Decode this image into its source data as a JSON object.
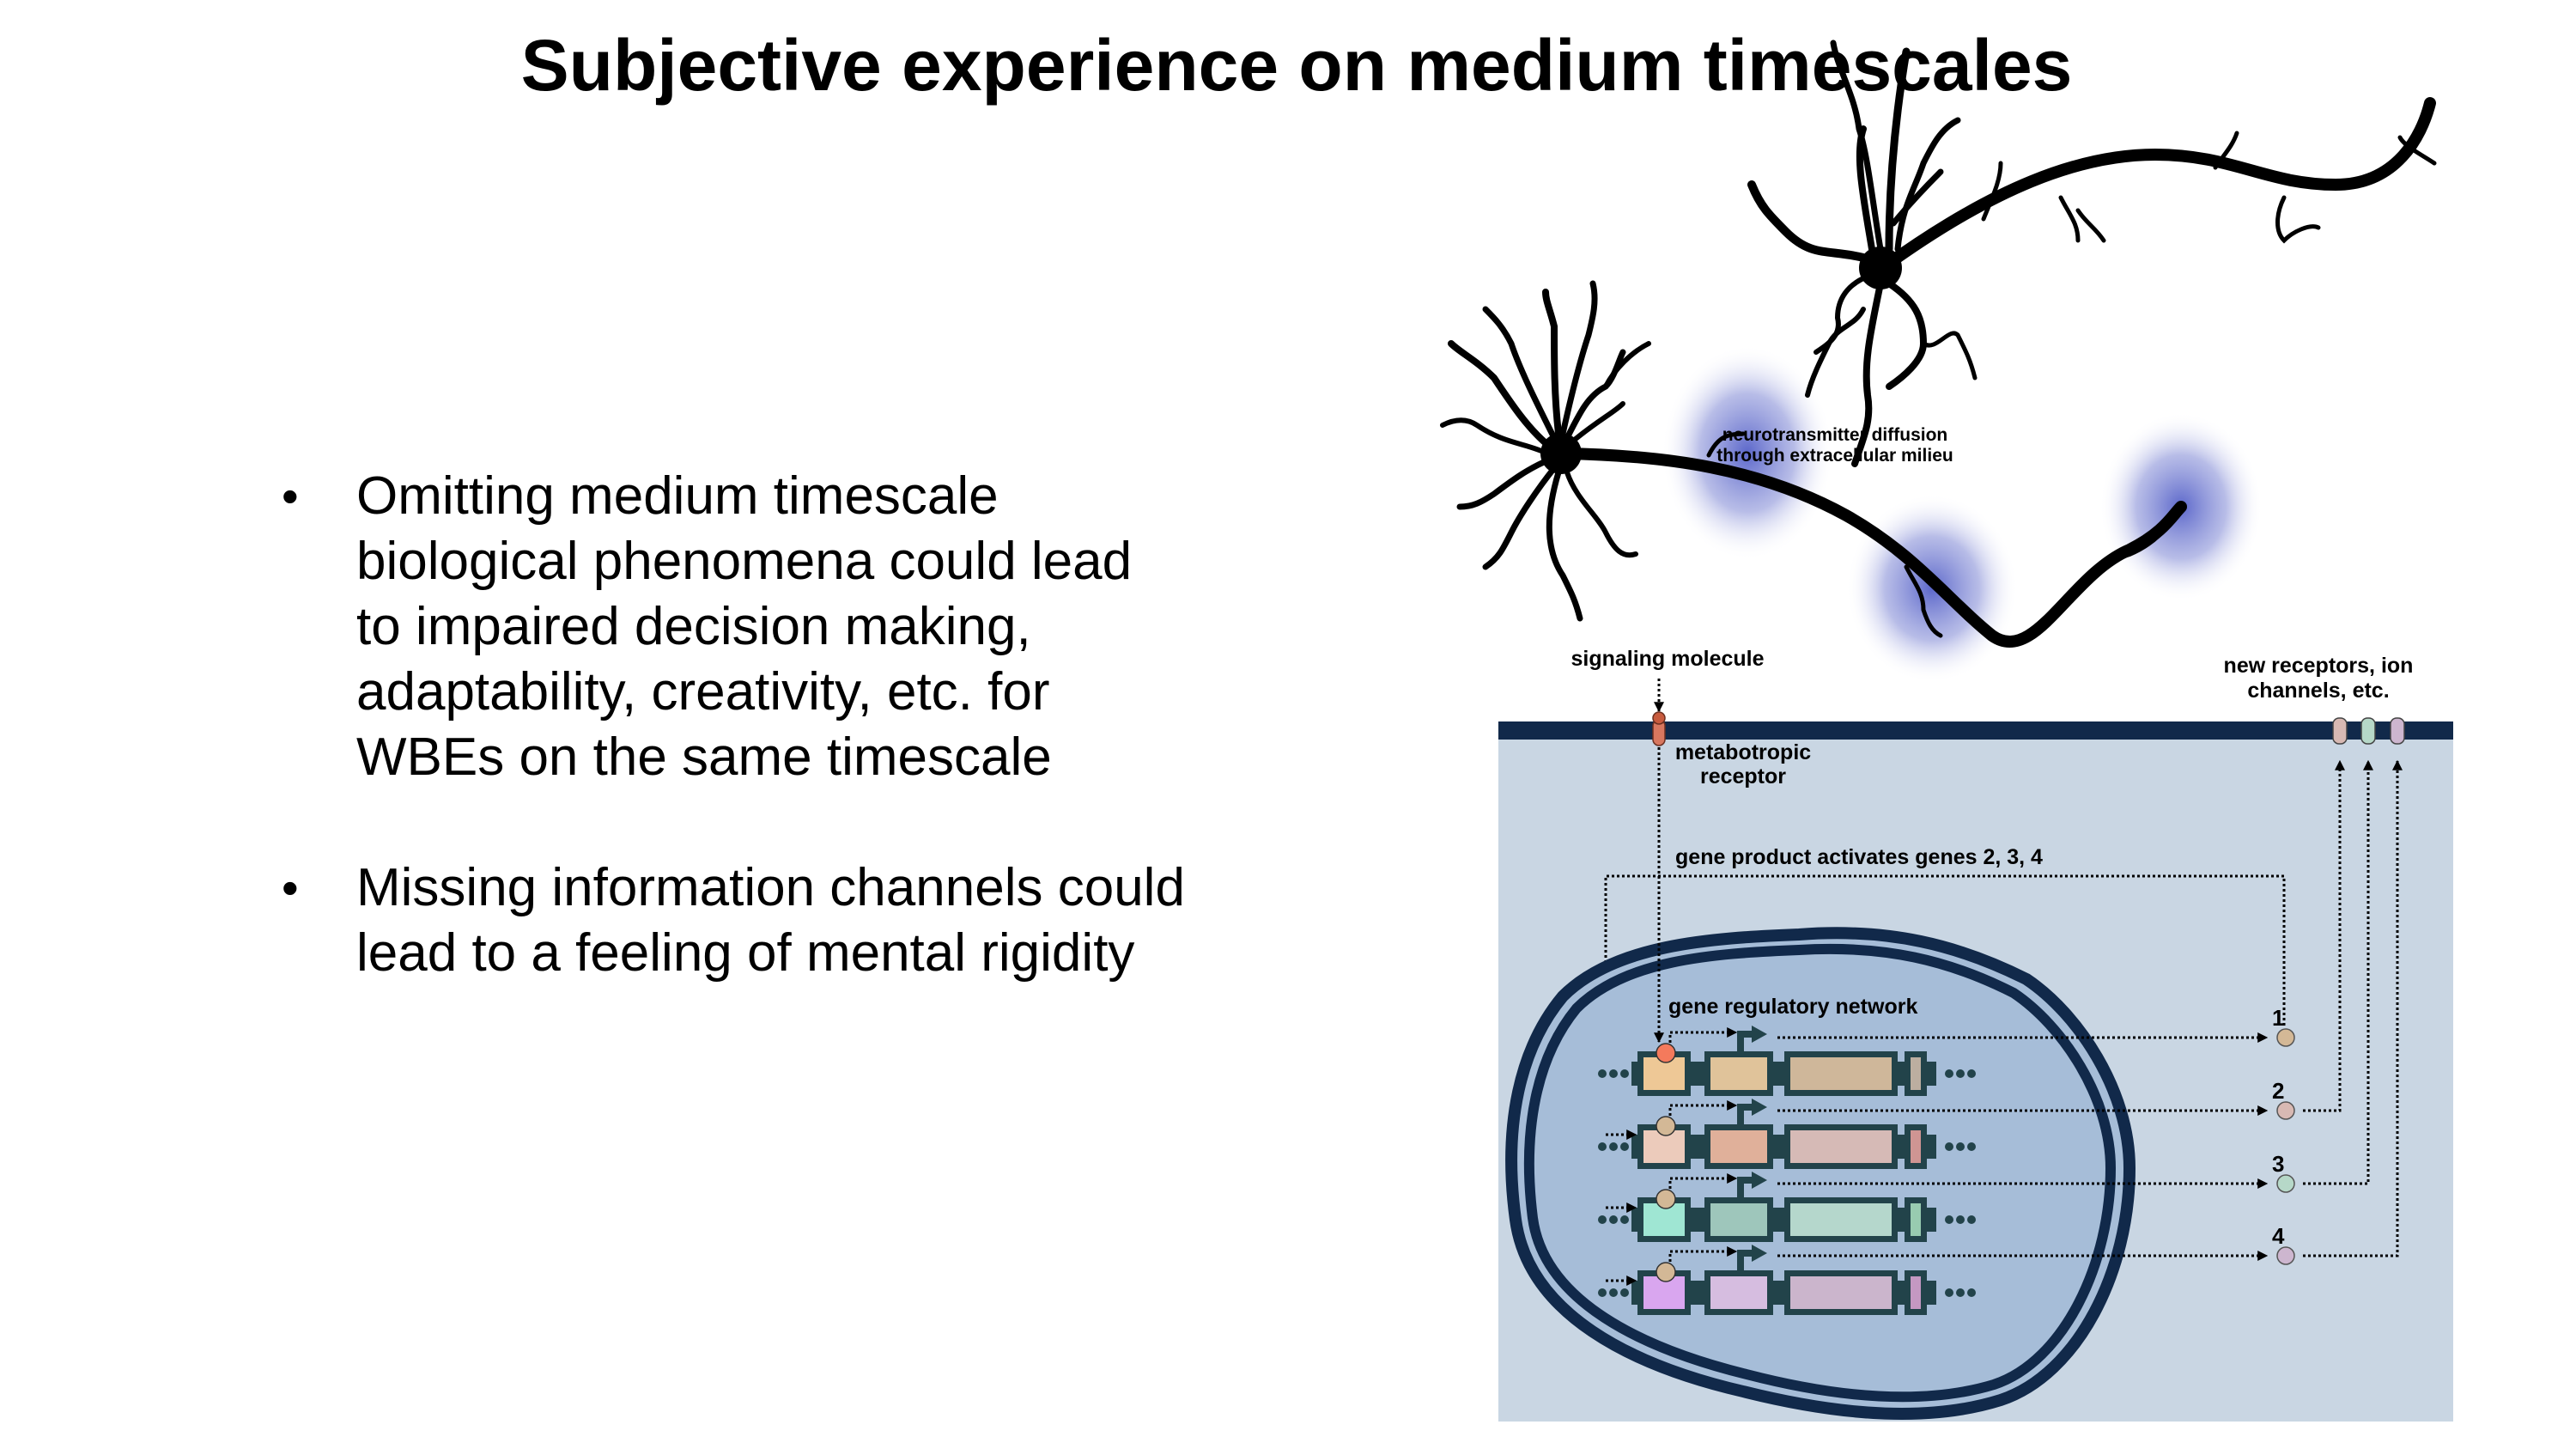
{
  "slide": {
    "title": "Subjective experience on medium timescales",
    "bullets": [
      {
        "lines": [
          "Omitting medium timescale",
          "biological phenomena could lead",
          "to impaired decision making,",
          "adaptability, creativity, etc. for",
          "WBEs on the same timescale"
        ]
      },
      {
        "lines": [
          "Missing information channels could",
          "lead to a feeling of mental rigidity"
        ]
      }
    ],
    "bullet_symbol": "•"
  },
  "figure": {
    "neuron_labels": {
      "diffusion_line1": "neurotransmitter diffusion",
      "diffusion_line2": "through extracellular milieu"
    },
    "cell_labels": {
      "signaling_molecule": "signaling molecule",
      "metabotropic_line1": "metabotropic",
      "metabotropic_line2": "receptor",
      "new_receptors_line1": "new receptors, ion",
      "new_receptors_line2": "channels, etc.",
      "gene_product_activates": "gene product activates genes 2, 3, 4",
      "gene_regulatory_network": "gene regulatory network"
    },
    "gene_products": [
      {
        "label": "1",
        "color": "#d3b896"
      },
      {
        "label": "2",
        "color": "#d8b9b3"
      },
      {
        "label": "3",
        "color": "#b6d8c8"
      },
      {
        "label": "4",
        "color": "#cdb6cf"
      }
    ],
    "genes": [
      {
        "promoter": "#eec896",
        "exon1": "#e0c39a",
        "exon2": "#cfb79a",
        "tail": "#bcaea0",
        "factor": "#f47a5c"
      },
      {
        "promoter": "#eccbbb",
        "exon1": "#e0b09a",
        "exon2": "#d6bab6",
        "tail": "#cf9593",
        "factor": "#d3b896"
      },
      {
        "promoter": "#9fe6d3",
        "exon1": "#9ec6bb",
        "exon2": "#b5d7cc",
        "tail": "#98cbb0",
        "factor": "#d3b896"
      },
      {
        "promoter": "#d9a6ef",
        "exon1": "#d6bde0",
        "exon2": "#cbb5cc",
        "tail": "#c498c2",
        "factor": "#d3b896"
      }
    ],
    "colors": {
      "membrane": "#11294a",
      "cytoplasm": "#c9d6e3",
      "nucleoplasm": "#a6bdd8",
      "gene_frame": "#22434a",
      "diffusion_glow": "#5460c8",
      "metabotropic_receptor": "#d8775f",
      "signaling_molecule": "#c85b3e"
    },
    "new_receptor_colors": [
      "#d8b9b3",
      "#b6d8c8",
      "#cdb6cf"
    ]
  }
}
